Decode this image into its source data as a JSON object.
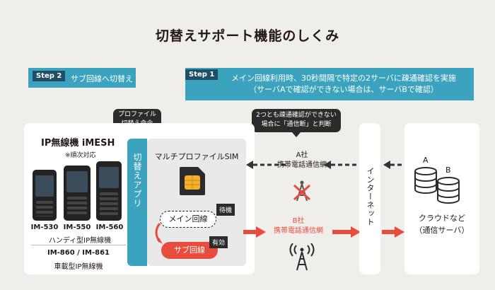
{
  "title": "切替えサポート機能のしくみ",
  "step2": {
    "tag": "Step 2",
    "text": "サブ回線へ切替え"
  },
  "step1": {
    "tag": "Step 1",
    "line1": "メイン回線利用時、30秒間隔で特定の2サーバに疎通確認を実施",
    "line2": "（サーバAで確認ができない場合は、サーバBで確認）"
  },
  "bubble_profile": {
    "line1": "プロファイル",
    "line2": "切替え命令"
  },
  "bubble_fail": {
    "line1": "2つとも疎通確認ができない",
    "line2": "場合に「通信断」と判断"
  },
  "device": {
    "title": "IP無線機 iMESH",
    "note": "※順次対応",
    "models": [
      "IM-530",
      "IM-550",
      "IM-560"
    ],
    "handy_label": "ハンディ型IP無線機",
    "vehicle_models": "IM-860 / IM-861",
    "vehicle_label": "車載型IP無線機"
  },
  "app_label": "切替えアプリ",
  "sim": {
    "title": "マルチプロファイルSIM",
    "main_line": "メイン回線",
    "sub_line": "サブ回線",
    "standby_tag": "待機",
    "active_tag": "有効"
  },
  "network_a": {
    "company": "A社",
    "name": "携帯電話通信網"
  },
  "network_b": {
    "company": "B社",
    "name": "携帯電話通信網"
  },
  "internet_label": "インターネット",
  "cloud": {
    "server_a": "A",
    "server_b": "B",
    "label_line1": "クラウドなど",
    "label_line2": "（通信サーバ）"
  },
  "colors": {
    "accent": "#3ba3bd",
    "red": "#e84c3d",
    "dark": "#2b2b2b"
  }
}
